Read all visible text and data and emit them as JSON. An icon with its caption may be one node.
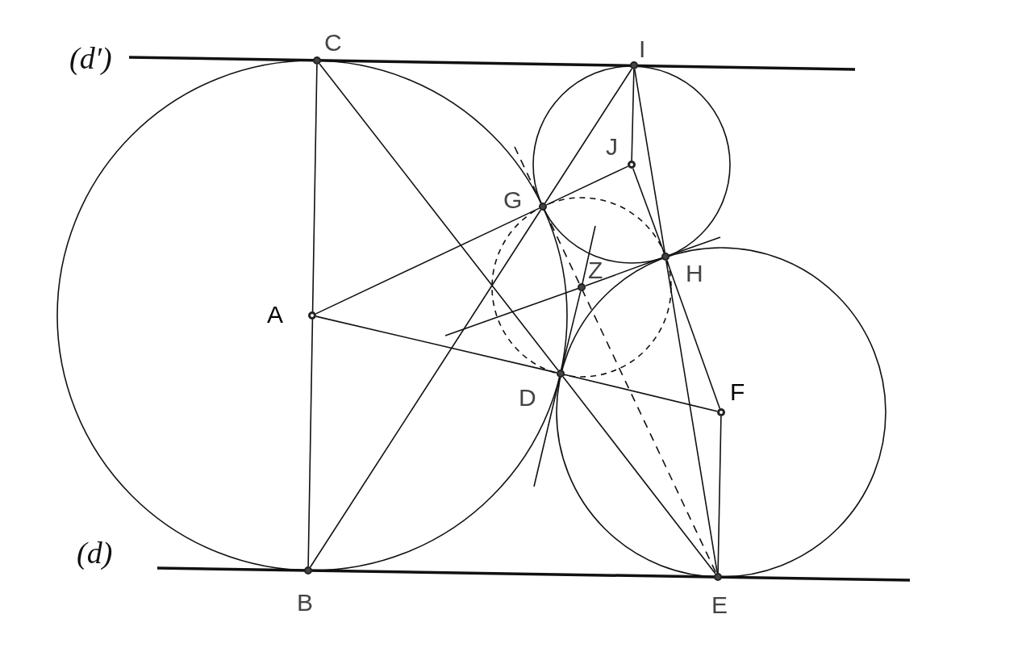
{
  "diagram": {
    "nodes": [
      {
        "text": [
          "C"
        ]
      },
      {
        "text": [
          "I"
        ]
      },
      {
        "text": [
          "J"
        ]
      },
      {
        "text": [
          "G"
        ]
      },
      {
        "text": [
          "Z"
        ]
      },
      {
        "text": [
          "H"
        ]
      },
      {
        "text": [
          "A"
        ]
      },
      {
        "text": [
          "D"
        ]
      },
      {
        "text": [
          "F"
        ]
      },
      {
        "text": [
          "B"
        ]
      },
      {
        "text": [
          "E"
        ]
      }
    ],
    "edges": [
      {
        "from": 0,
        "to": 9,
        "arrow": "none"
      },
      {
        "from": 0,
        "to": 7,
        "arrow": "none"
      },
      {
        "from": 7,
        "to": 10,
        "arrow": "none"
      },
      {
        "from": 6,
        "to": 3,
        "arrow": "none"
      },
      {
        "from": 6,
        "to": 7,
        "arrow": "none"
      },
      {
        "from": 7,
        "to": 8,
        "arrow": "none"
      },
      {
        "from": 9,
        "to": 3,
        "arrow": "none"
      },
      {
        "from": 3,
        "to": 1,
        "arrow": "none"
      },
      {
        "from": 3,
        "to": 2,
        "arrow": "none"
      },
      {
        "from": 1,
        "to": 2,
        "arrow": "none"
      },
      {
        "from": 2,
        "to": 5,
        "arrow": "none"
      },
      {
        "from": 5,
        "to": 8,
        "arrow": "none"
      },
      {
        "from": 1,
        "to": 5,
        "arrow": "none"
      },
      {
        "from": 5,
        "to": 10,
        "arrow": "none"
      },
      {
        "from": 8,
        "to": 10,
        "arrow": "none"
      },
      {
        "from": 7,
        "to": 4,
        "arrow": "none"
      },
      {
        "from": 4,
        "to": 5,
        "arrow": "none"
      },
      {
        "from": 3,
        "to": 10,
        "arrow": "none",
        "style": "dashed"
      }
    ],
    "labels": [
      "(d′)",
      "(d)"
    ]
  }
}
